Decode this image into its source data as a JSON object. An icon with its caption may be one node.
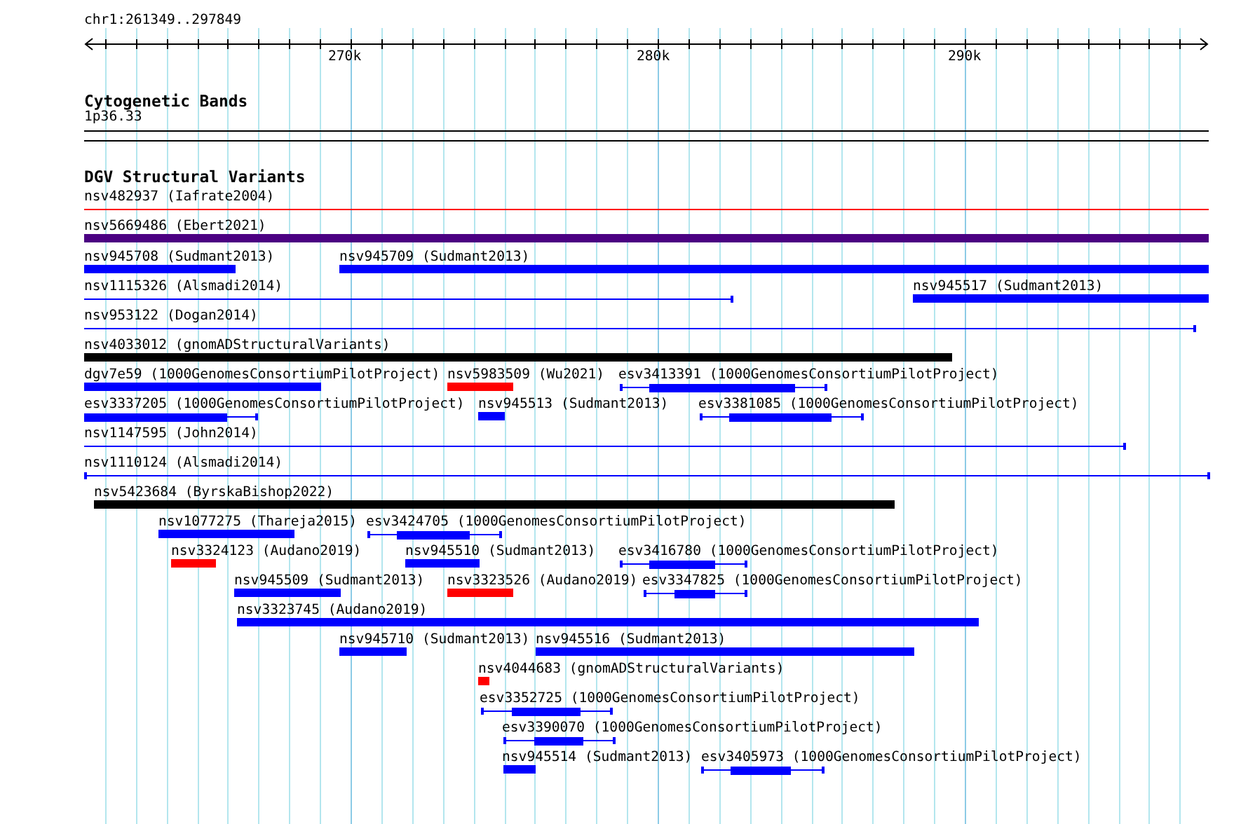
{
  "diagram": {
    "nodes": [
      {
        "text": [
          "1p36.33"
        ]
      },
      {
        "text": [
          "nsv482937 (Iafrate2004)"
        ]
      },
      {
        "text": [
          "nsv5669486 (Ebert2021)"
        ]
      },
      {
        "text": [
          "nsv945708 (Sudmant2013)"
        ]
      },
      {
        "text": [
          "nsv945709 (Sudmant2013)"
        ]
      },
      {
        "text": [
          "nsv1115326 (Alsmadi2014)"
        ]
      },
      {
        "text": [
          "nsv945517 (Sudmant2013)"
        ]
      },
      {
        "text": [
          "nsv953122 (Dogan2014)"
        ]
      },
      {
        "text": [
          "nsv4033012 (gnomADStructuralVariants)"
        ]
      },
      {
        "text": [
          "dgv7e59 (1000GenomesConsortiumPilotProject)"
        ]
      },
      {
        "text": [
          "nsv5983509 (Wu2021)"
        ]
      },
      {
        "text": [
          "esv3413391 (1000GenomesConsortiumPilotProject)"
        ]
      },
      {
        "text": [
          "esv3337205 (1000GenomesConsortiumPilotProject)"
        ]
      },
      {
        "text": [
          "nsv945513 (Sudmant2013)"
        ]
      },
      {
        "text": [
          "esv3381085 (1000GenomesConsortiumPilotProject)"
        ]
      },
      {
        "text": [
          "nsv1147595 (John2014)"
        ]
      },
      {
        "text": [
          "nsv1110124 (Alsmadi2014)"
        ]
      },
      {
        "text": [
          "nsv5423684 (ByrskaBishop2022)"
        ]
      },
      {
        "text": [
          "nsv1077275 (Thareja2015)"
        ]
      },
      {
        "text": [
          "esv3424705 (1000GenomesConsortiumPilotProject)"
        ]
      },
      {
        "text": [
          "nsv3324123 (Audano2019)"
        ]
      },
      {
        "text": [
          "nsv945510 (Sudmant2013)"
        ]
      },
      {
        "text": [
          "esv3416780 (1000GenomesConsortiumPilotProject)"
        ]
      },
      {
        "text": [
          "nsv945509 (Sudmant2013)"
        ]
      },
      {
        "text": [
          "nsv3323526 (Audano2019)"
        ]
      },
      {
        "text": [
          "esv3347825 (1000GenomesConsortiumPilotProject)"
        ]
      },
      {
        "text": [
          "nsv3323745 (Audano2019)"
        ]
      },
      {
        "text": [
          "nsv945710 (Sudmant2013)"
        ]
      },
      {
        "text": [
          "nsv945516 (Sudmant2013)"
        ]
      },
      {
        "text": [
          "nsv4044683 (gnomADStructuralVariants)"
        ]
      },
      {
        "text": [
          "esv3352725 (1000GenomesConsortiumPilotProject)"
        ]
      },
      {
        "text": [
          "esv3390070 (1000GenomesConsortiumPilotProject)"
        ]
      },
      {
        "text": [
          "nsv945514 (Sudmant2013)"
        ]
      },
      {
        "text": [
          "esv3405973 (1000GenomesConsortiumPilotProject)"
        ]
      }
    ],
    "labels": [
      "chr1:261349..297849",
      "270k",
      "280k",
      "290k",
      "Cytogenetic Bands",
      "DGV Structural Variants"
    ]
  }
}
